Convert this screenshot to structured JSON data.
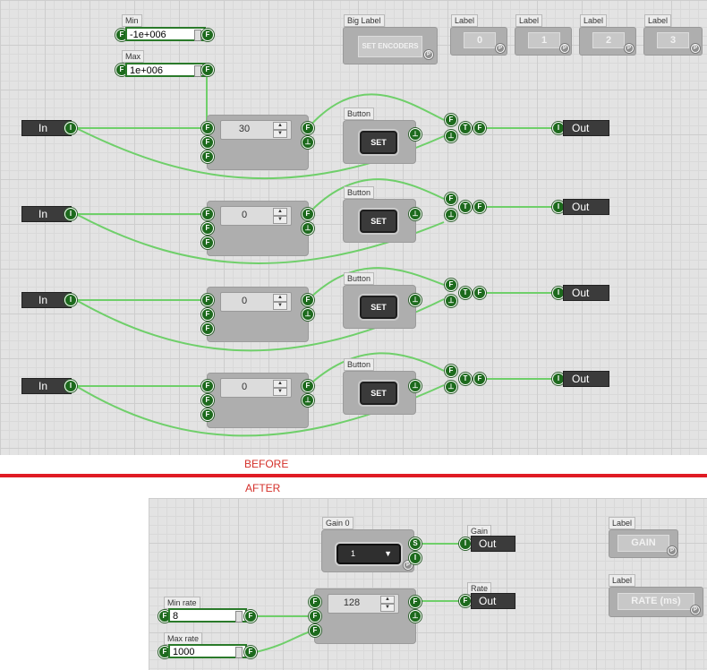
{
  "captions": {
    "before": "BEFORE",
    "after": "AFTER"
  },
  "before": {
    "min_field": {
      "label": "Min",
      "value": "-1e+006"
    },
    "max_field": {
      "label": "Max",
      "value": "1e+006"
    },
    "big_label": {
      "tag": "Big Label",
      "text": "SET ENCODERS"
    },
    "labels": [
      {
        "tag": "Label",
        "text": "0"
      },
      {
        "tag": "Label",
        "text": "1"
      },
      {
        "tag": "Label",
        "text": "2"
      },
      {
        "tag": "Label",
        "text": "3"
      }
    ],
    "rows": [
      {
        "in": "In",
        "value": "30",
        "button_tag": "Button",
        "button_text": "SET",
        "out": "Out"
      },
      {
        "in": "In",
        "value": "0",
        "button_tag": "Button",
        "button_text": "SET",
        "out": "Out"
      },
      {
        "in": "In",
        "value": "0",
        "button_tag": "Button",
        "button_text": "SET",
        "out": "Out"
      },
      {
        "in": "In",
        "value": "0",
        "button_tag": "Button",
        "button_text": "SET",
        "out": "Out"
      }
    ]
  },
  "after": {
    "gain_selector": {
      "tag": "Gain 0",
      "value": "1"
    },
    "gain_out": {
      "tag": "Gain",
      "text": "Out"
    },
    "rate_out": {
      "tag": "Rate",
      "text": "Out"
    },
    "min_rate": {
      "label": "Min rate",
      "value": "8"
    },
    "max_rate": {
      "label": "Max rate",
      "value": "1000"
    },
    "encoder_value": "128",
    "labels": [
      {
        "tag": "Label",
        "text": "GAIN"
      },
      {
        "tag": "Label",
        "text": "RATE (ms)"
      }
    ]
  },
  "port_letters": {
    "float": "F",
    "int": "I",
    "trigger": "T",
    "string": "S",
    "event": "⊥",
    "prop": "P"
  },
  "colors": {
    "wire": "#6fcf6a",
    "port": "#1d6a1d",
    "divider": "#e01b24",
    "caption": "#d4302a",
    "grid": "#e3e3e3"
  }
}
